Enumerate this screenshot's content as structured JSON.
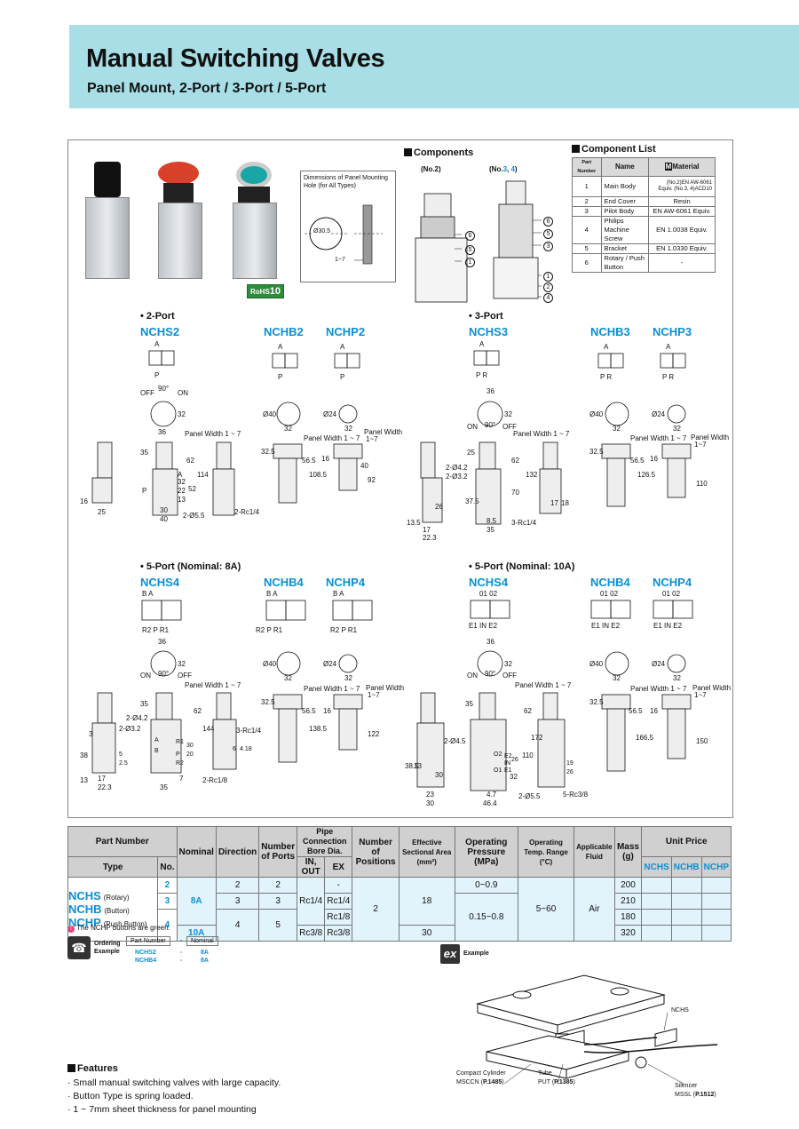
{
  "header": {
    "title": "Manual Switching Valves",
    "subtitle": "Panel Mount, 2-Port / 3-Port / 5-Port"
  },
  "rohs": "RoHS",
  "rohs_num": "10",
  "mounting_hole": {
    "caption": "Dimensions of Panel Mounting Hole (for All Types)",
    "dia": "Ø30.5",
    "thick": "1~7"
  },
  "components": {
    "heading": "Components",
    "no2": "(No.2)",
    "no34_pre": "(No.",
    "no34_a": "3",
    "no34_sep": ", ",
    "no34_b": "4",
    "no34_post": ")",
    "callouts_left": [
      "6",
      "5",
      "1"
    ],
    "callouts_right": [
      "6",
      "5",
      "3",
      "1",
      "2",
      "4"
    ]
  },
  "component_list": {
    "heading": "Component List",
    "headers": [
      "Part Number",
      "Name",
      "Material"
    ],
    "m_badge": "M",
    "rows": [
      {
        "no": "1",
        "name": "Main Body",
        "mat": "(No.2)EN AW-6061 Equiv. (No.3, 4)ACD10"
      },
      {
        "no": "2",
        "name": "End Cover",
        "mat": "Resin"
      },
      {
        "no": "3",
        "name": "Pilot Body",
        "mat": "EN AW-6061 Equiv."
      },
      {
        "no": "4",
        "name": "Philips Machine Screw",
        "mat": "EN 1.0038 Equiv."
      },
      {
        "no": "5",
        "name": "Bracket",
        "mat": "EN 1.0330 Equiv."
      },
      {
        "no": "6",
        "name": "Rotary / Push Button",
        "mat": "-"
      }
    ]
  },
  "sections": {
    "port2": "• 2-Port",
    "port3": "• 3-Port",
    "port5_8a": "• 5-Port (Nominal: 8A)",
    "port5_10a": "• 5-Port (Nominal: 10A)"
  },
  "models": {
    "p2": [
      "NCHS2",
      "NCHB2",
      "NCHP2"
    ],
    "p3": [
      "NCHS3",
      "NCHB3",
      "NCHP3"
    ],
    "p5a": [
      "NCHS4",
      "NCHB4",
      "NCHP4"
    ],
    "p5b": [
      "NCHS4",
      "NCHB4",
      "NCHP4"
    ]
  },
  "ports": {
    "A": "A",
    "P": "P",
    "PR": "P R",
    "BA": "B A",
    "R2PR1": "R2 P R1",
    "0102": "01 02",
    "E1INE2": "E1 IN E2",
    "E1_IN_E2": "E1  IN E2"
  },
  "dims": {
    "off": "OFF",
    "on": "ON",
    "deg90": "90°",
    "d36": "36",
    "d32": "32",
    "d40": "Ø40",
    "d24": "Ø24",
    "panel_width": "Panel Width 1 ~ 7",
    "panel_width2": "Panel Width",
    "range17": "1~7",
    "p2": [
      "35",
      "62",
      "114",
      "22",
      "13",
      "52",
      "32",
      "A",
      "P",
      "16",
      "25",
      "30",
      "40",
      "2-Ø5.5",
      "2-Rc1/4",
      "32.5",
      "56.5",
      "108.5",
      "16",
      "92",
      "40"
    ],
    "p3": [
      "2-Ø4.2",
      "2-Ø3.2",
      "25",
      "62",
      "132",
      "70",
      "26",
      "37.5",
      "13.5",
      "17",
      "22.3",
      "8.5",
      "35",
      "3-Rc1/4",
      "17",
      "18",
      "32.5",
      "56.5",
      "126.5",
      "16",
      "110"
    ],
    "p5a": [
      "2-Ø4.2",
      "2-Ø3.2",
      "35",
      "62",
      "144",
      "3",
      "38",
      "13",
      "17",
      "22.3",
      "35",
      "7",
      "2-Rc1/8",
      "3-Rc1/4",
      "32.5",
      "56.5",
      "138.5",
      "16",
      "122",
      "R1",
      "B",
      "P",
      "R2",
      "A",
      "20",
      "30",
      "5",
      "2.5",
      "6",
      "4.18"
    ],
    "p5b": [
      "2-Ø4.5",
      "35",
      "62",
      "172",
      "110",
      "38.5",
      "13",
      "30",
      "23",
      "30",
      "4.7",
      "46.4",
      "2-Ø5.5",
      "5-Rc3/8",
      "32",
      "26",
      "19",
      "26",
      "32.5",
      "56.5",
      "166.5",
      "16",
      "150",
      "O2",
      "E2",
      "IN",
      "O1",
      "E1"
    ]
  },
  "spec_table": {
    "headers": {
      "part_number": "Part Number",
      "type": "Type",
      "no": "No.",
      "nominal": "Nominal",
      "direction": "Direction",
      "ports": "Number of Ports",
      "pipe": "Pipe Connection Bore Dia.",
      "in_out": "IN, OUT",
      "ex": "EX",
      "positions": "Number of Positions",
      "area": "Effective Sectional Area (mm²)",
      "pressure": "Operating Pressure (MPa)",
      "temp": "Operating Temp. Range (°C)",
      "fluid": "Applicable Fluid",
      "mass": "Mass (g)",
      "price": "Unit Price",
      "nchs": "NCHS",
      "nchb": "NCHB",
      "nchp": "NCHP"
    },
    "types": [
      {
        "code": "NCHS",
        "desc": "(Rotary)"
      },
      {
        "code": "NCHB",
        "desc": "(Button)"
      },
      {
        "code": "NCHP",
        "desc": "(Push Button)"
      }
    ],
    "rows": [
      {
        "no": "2",
        "nominal": "8A",
        "direction": "2",
        "ports": "2",
        "inout": "Rc1/4",
        "ex": "-",
        "positions": "2",
        "area": "18",
        "pressure": "0~0.9",
        "temp": "5~60",
        "fluid": "Air",
        "mass": "200"
      },
      {
        "no": "3",
        "nominal": "8A",
        "direction": "3",
        "ports": "3",
        "inout": "Rc1/4",
        "ex": "Rc1/4",
        "mass": "210"
      },
      {
        "no": "4",
        "nominal": "8A",
        "direction": "4",
        "ports": "5",
        "inout": "Rc1/4",
        "ex": "Rc1/8",
        "pressure": "0.15~0.8",
        "mass": "180"
      },
      {
        "no": "4",
        "nominal": "10A",
        "inout": "Rc3/8",
        "ex": "Rc3/8",
        "area": "30",
        "mass": "320"
      }
    ],
    "note": "The NCHP buttons are green."
  },
  "ordering": {
    "label": "Ordering Example",
    "col1": "Part Number",
    "dash": "-",
    "col2": "Nominal",
    "rows": [
      [
        "NCHS2",
        "-",
        "8A"
      ],
      [
        "NCHB4",
        "-",
        "8A"
      ]
    ]
  },
  "example": {
    "badge": "ex",
    "label": "Example",
    "nchs": "NCHS",
    "cylinder": "Compact Cylinder",
    "cyl_part": "MSCCN (",
    "cyl_page": "P.1485",
    "tube": "Tube",
    "tube_part": "PUT (",
    "tube_page": "P.1385",
    "silencer": "Silencer",
    "sil_part": "MSSL (",
    "sil_page": "P.1512",
    "close": ")"
  },
  "features": {
    "heading": "Features",
    "items": [
      "· Small manual switching valves with large capacity.",
      "· Button Type is spring loaded.",
      "· 1 ~ 7mm sheet thickness for panel mounting"
    ]
  }
}
